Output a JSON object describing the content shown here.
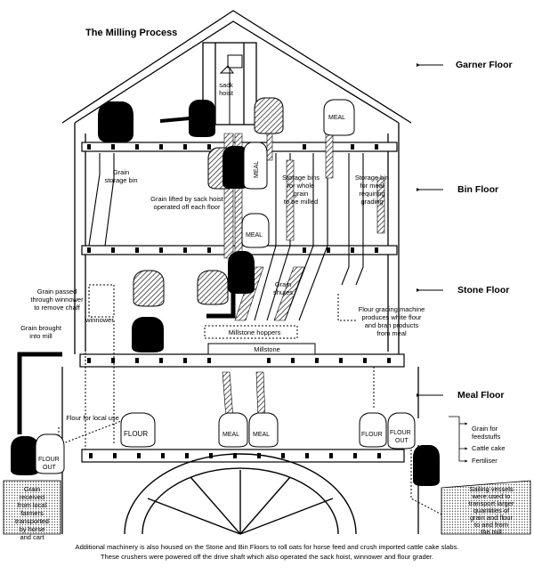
{
  "title": "The Milling Process",
  "floors": {
    "garner": "Garner Floor",
    "bin": "Bin Floor",
    "stone": "Stone Floor",
    "meal": "Meal Floor"
  },
  "labels": {
    "sack_hoist": [
      "sack",
      "hoist"
    ],
    "grain_storage_bin": [
      "Grain",
      "storage bin"
    ],
    "grain_lifted": [
      "Grain lifted by sack hoist",
      "operated off each floor"
    ],
    "storage_bins_whole": [
      "Storage bins",
      "for whole",
      "grain",
      "to be milled"
    ],
    "storage_bin_meal": [
      "Storage bin",
      "for meal",
      "requiring",
      "grading"
    ],
    "grain_passed": [
      "Grain passed",
      "through winnower",
      "to remove chaff"
    ],
    "grain_shutes": [
      "Grain",
      "shutes"
    ],
    "flour_grading": [
      "Flour grading machine",
      "produces white flour",
      "and bran products",
      "from meal"
    ],
    "winnower": "winnower",
    "grain_brought": [
      "Grain brought",
      "into mill"
    ],
    "millstone_hoppers": "Millstone hoppers",
    "millstone": "Millstone",
    "flour_local": "Flour for local use",
    "grain_feedstuffs": [
      "Grain for",
      "feedstuffs"
    ],
    "cattle_cake": "Cattle cake",
    "fertiliser": "Fertiliser",
    "grain_received": [
      "Grain",
      "received",
      "from local",
      "farmers",
      "transported",
      "by horse",
      "and cart"
    ],
    "sailing_vessels": [
      "Sailing vessels",
      "were used to",
      "transport larger",
      "quantities of",
      "grain and flour",
      "to and from",
      "the mill"
    ]
  },
  "bags": {
    "meal": "MEAL",
    "flour": "FLOUR",
    "flour_out": [
      "FLOUR",
      "OUT"
    ]
  },
  "caption": [
    "Additional machinery is also housed on the Stone and Bin Floors to roll oats for horse feed and crush imported cattle cake slabs.",
    "These crushers were powered off the drive shaft which also operated the sack hoist, winnower and flour grader."
  ]
}
